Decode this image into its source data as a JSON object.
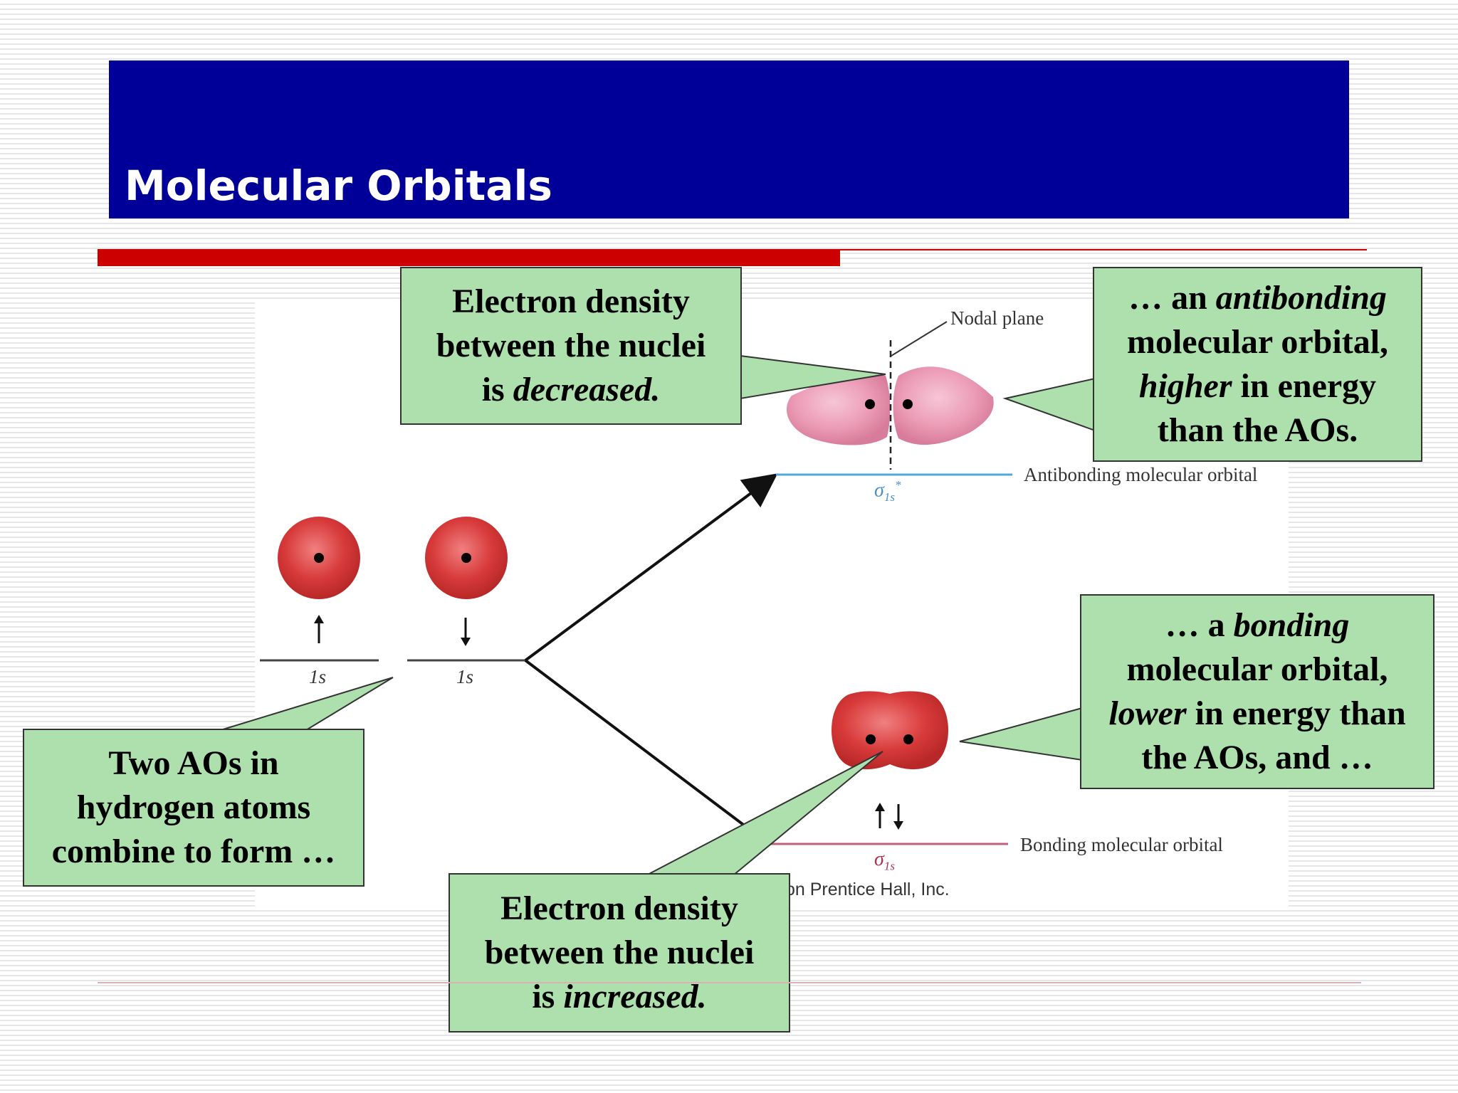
{
  "slide": {
    "title": "Molecular Orbitals"
  },
  "diagram": {
    "labels": {
      "nodal_plane": "Nodal plane",
      "antibonding_mo": "Antibonding molecular orbital",
      "bonding_mo": "Bonding molecular orbital",
      "ao_left": "1s",
      "ao_right": "1s",
      "sigma_anti_symbol": "σ",
      "sigma_anti_sub": "1s",
      "sigma_anti_sup": "*",
      "sigma_bond_symbol": "σ",
      "sigma_bond_sub": "1s",
      "copyright": "on Prentice Hall, Inc."
    },
    "spins": {
      "ao_left": "up",
      "ao_right": "down",
      "bonding": "paired"
    },
    "colors": {
      "title_bar": "#000099",
      "accent_red": "#cc0000",
      "callout_fill": "#aee0ae",
      "antibonding_line": "#4fa8dc",
      "bonding_line": "#c0607a",
      "orbital_red": "#d83a3a",
      "orbital_pink": "#ec9cb6"
    }
  },
  "callouts": {
    "decreased": {
      "l1": "Electron density",
      "l2": "between the nuclei",
      "l3a": "is ",
      "l3b": "decreased."
    },
    "antibonding": {
      "l1a": "… an ",
      "l1b": "antibonding",
      "l2": "molecular orbital,",
      "l3a": "higher",
      "l3b": " in energy",
      "l4": "than the AOs."
    },
    "two_aos": {
      "l1": "Two AOs in",
      "l2": "hydrogen atoms",
      "l3": "combine to form …"
    },
    "bonding": {
      "l1a": "… a ",
      "l1b": "bonding",
      "l2": "molecular orbital,",
      "l3a": "lower",
      "l3b": " in energy than",
      "l4": "the AOs, and …"
    },
    "increased": {
      "l1": "Electron density",
      "l2": "between the nuclei",
      "l3a": "is ",
      "l3b": "increased."
    }
  }
}
